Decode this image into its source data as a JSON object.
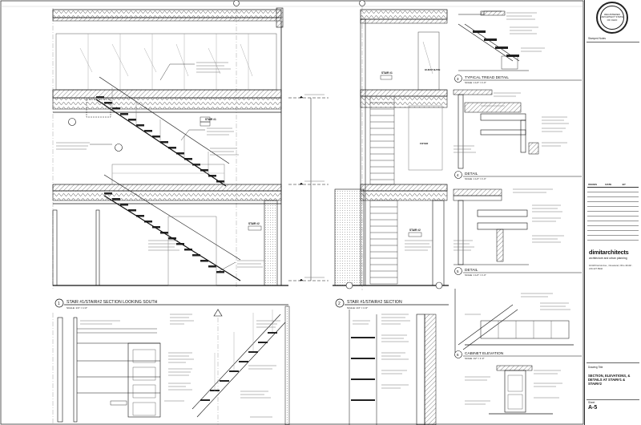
{
  "views": {
    "v1": {
      "num": "1",
      "title": "STAIR #1/STAIR#2 SECTION LOOKING SOUTH",
      "scale": "SCALE: 1/4\" = 1'-0\""
    },
    "v2": {
      "num": "2",
      "title": "STAIR #1/STAIR#2 SECTION",
      "scale": "SCALE: 1/4\" = 1'-0\""
    },
    "v3": {
      "num": "3",
      "title": "TYPICAL TREAD DETAIL",
      "scale": "SCALE: 1 1/2\" = 1'-0\""
    },
    "v4": {
      "num": "4",
      "title": "DETAIL",
      "scale": "SCALE: 1 1/2\" = 1'-0\""
    },
    "v5": {
      "num": "5",
      "title": "DETAIL",
      "scale": "SCALE: 1 1/2\" = 1'-0\""
    },
    "v6": {
      "num": "6",
      "title": "CABINET ELEVATION",
      "scale": "SCALE: 1/2\" = 1'-0\""
    }
  },
  "tags": {
    "stair1_a": "STAIR #1",
    "stair2_a": "STAIR #2",
    "stair1_b": "STAIR #1",
    "stair2_b": "STAIR #2",
    "guest_bath": "GUEST BATH",
    "foyer": "FOYER"
  },
  "title_block": {
    "seal_text": "REGISTERED ARCHITECT STATE OF OHIO",
    "stamp_label": "Stamped Notes",
    "revisions_label": "ISSUES",
    "rev_headers": [
      "ISSUES",
      "DATE",
      "BY"
    ],
    "firm_name": "dimitarchitects",
    "firm_tagline": "architecture and urban planning",
    "address": "10418 Detroit Ave., Cleveland, Ohio 44102 · 216.227.8942",
    "drawing_title_label": "Drawing Title",
    "drawing_title": "SECTION, ELEVATIONS, & DETAILS AT STAIR#1 & STAIR#2",
    "sheet_label": "Sheet",
    "sheet_number": "A-5"
  }
}
